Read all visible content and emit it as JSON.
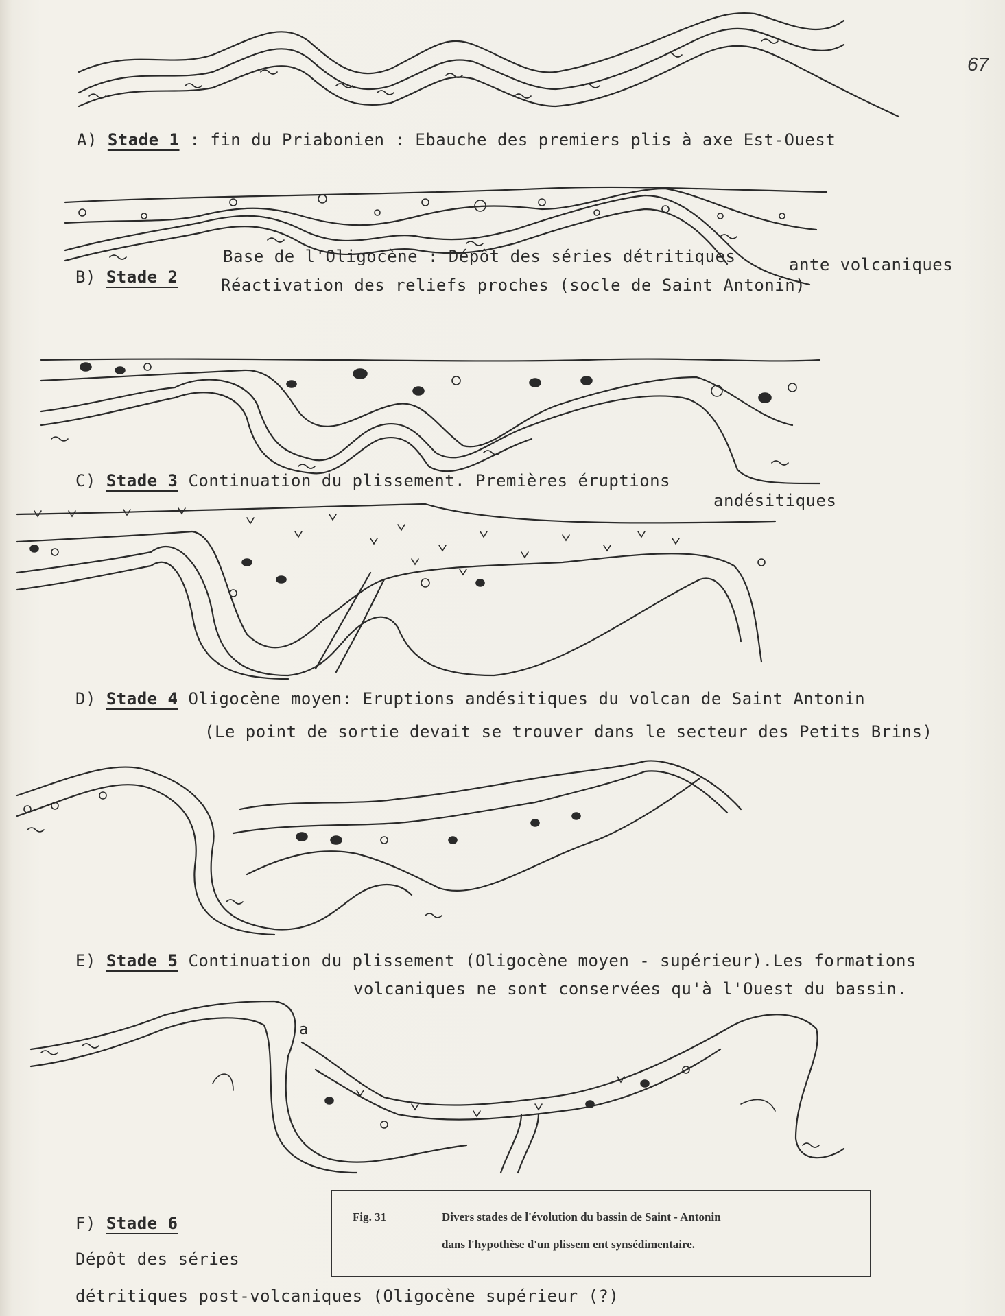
{
  "page_number": "67",
  "stages": [
    {
      "letter": "A)",
      "stage": "Stade 1",
      "text": " : fin du Priabonien : Ebauche des premiers plis à axe Est-Ouest"
    },
    {
      "letter": "B)",
      "stage": "Stade 2",
      "line1": "Base de l'Oligocène : Dépôt des séries détritiques",
      "line1b": "ante volcaniques",
      "line2": "Réactivation des reliefs proches (socle de Saint Antonin)"
    },
    {
      "letter": "C)",
      "stage": "Stade 3",
      "text": "Continuation du plissement. Premières éruptions",
      "text2": "andésitiques"
    },
    {
      "letter": "D)",
      "stage": "Stade 4",
      "text": "Oligocène moyen: Eruptions   andésitiques du volcan de Saint Antonin",
      "text2": "(Le point de sortie devait se trouver dans le secteur des Petits Brins)"
    },
    {
      "letter": "E)",
      "stage": "Stade 5",
      "text": "Continuation du plissement (Oligocène moyen - supérieur).Les formations",
      "text2": "volcaniques ne sont conservées qu'à l'Ouest du bassin."
    },
    {
      "letter": "F)",
      "stage": "Stade 6",
      "text": "Dépôt des séries",
      "text2": "détritiques post-volcaniques (Oligocène supérieur (?)",
      "marker": "a"
    }
  ],
  "figure": {
    "number": "Fig. 31",
    "caption_line1": "Divers stades de l'évolution du bassin de Saint - Antonin",
    "caption_line2": "dans l'hypothèse d'un plissem ent synsédimentaire."
  }
}
